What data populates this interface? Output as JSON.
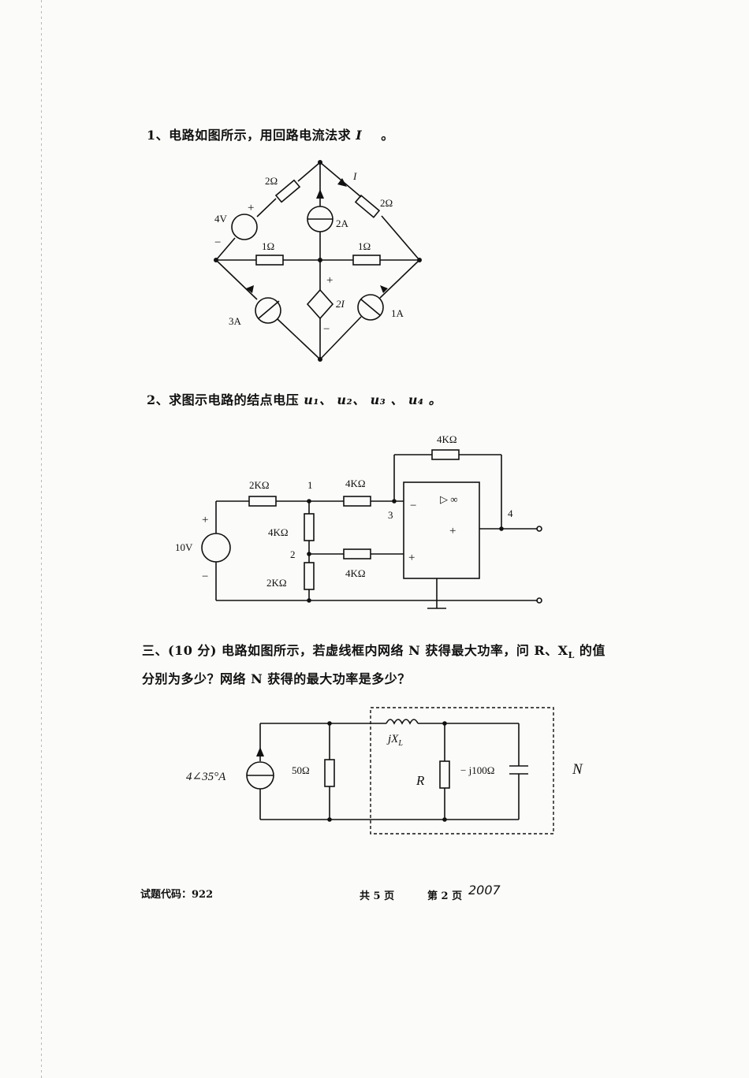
{
  "questions": {
    "q1": {
      "text": "1、电路如图所示，用回路电流法求",
      "var": "I",
      "end": "。"
    },
    "q2": {
      "text": "2、求图示电路的结点电压",
      "vars": "u₁、 u₂、 u₃ 、 u₄ 。"
    },
    "q3": {
      "line1": "三、(10 分) 电路如图所示，若虚线框内网络 N 获得最大功率，问 R、X",
      "line1_sub": "L",
      "line1_end": " 的值",
      "line2": "分别为多少？网络 N 获得的最大功率是多少？"
    }
  },
  "circuit1": {
    "labels": {
      "r_top_left": "2Ω",
      "r_top_right": "2Ω",
      "r_mid_left": "1Ω",
      "r_mid_right": "1Ω",
      "v_src": "4V",
      "v_plus": "+",
      "v_minus": "−",
      "i_src_top": "2A",
      "i_src_left": "3A",
      "i_src_right": "1A",
      "dep_src": "2I",
      "dep_plus": "+",
      "dep_minus": "−",
      "current": "I"
    }
  },
  "circuit2": {
    "labels": {
      "r_feedback": "4KΩ",
      "r_in": "2KΩ",
      "r_12": "4KΩ",
      "r_13": "4KΩ",
      "r_2_plus": "4KΩ",
      "r_2_gnd": "2KΩ",
      "node1": "1",
      "node2": "2",
      "node3": "3",
      "node4": "4",
      "v_src": "10V",
      "v_plus": "+",
      "v_minus": "−",
      "opamp_sym": "▷ ∞",
      "opamp_minus": "−",
      "opamp_plus_out": "+",
      "opamp_plus_in": "+"
    }
  },
  "circuit3": {
    "labels": {
      "src": "4∠35°A",
      "r50": "50Ω",
      "inductor": "jX",
      "inductor_sub": "L",
      "r": "R",
      "cap": "− j100Ω",
      "network": "N"
    }
  },
  "footer": {
    "code": "试题代码：922",
    "total": "共 5 页",
    "page": "第 2 页",
    "year": "2007"
  }
}
